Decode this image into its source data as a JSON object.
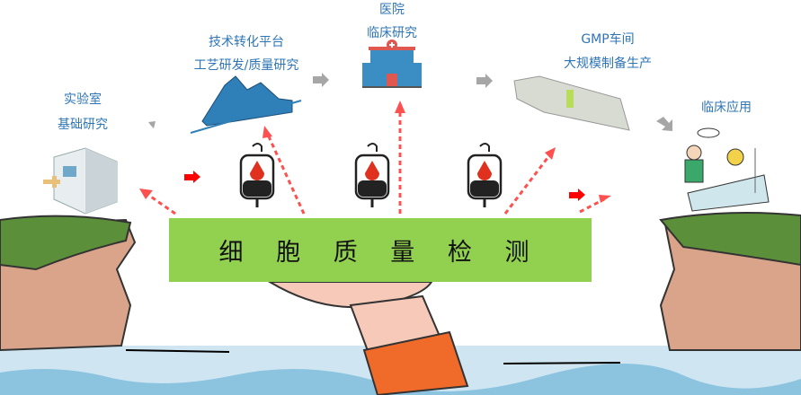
{
  "stages": [
    {
      "line1": "实验室",
      "line2": "基础研究"
    },
    {
      "line1": "技术转化平台",
      "line2": "工艺研发/质量研究"
    },
    {
      "line1": "医院",
      "line2": "临床研究"
    },
    {
      "line1": "GMP车间",
      "line2": "大规模制备生产"
    },
    {
      "line1": "临床应用"
    }
  ],
  "banner": {
    "title": "细 胞 质 量 检 测"
  },
  "colors": {
    "label": "#2e75b6",
    "banner": "#92d050",
    "arrow_red": "#ff0000",
    "arrow_gray": "#a6a6a6"
  }
}
